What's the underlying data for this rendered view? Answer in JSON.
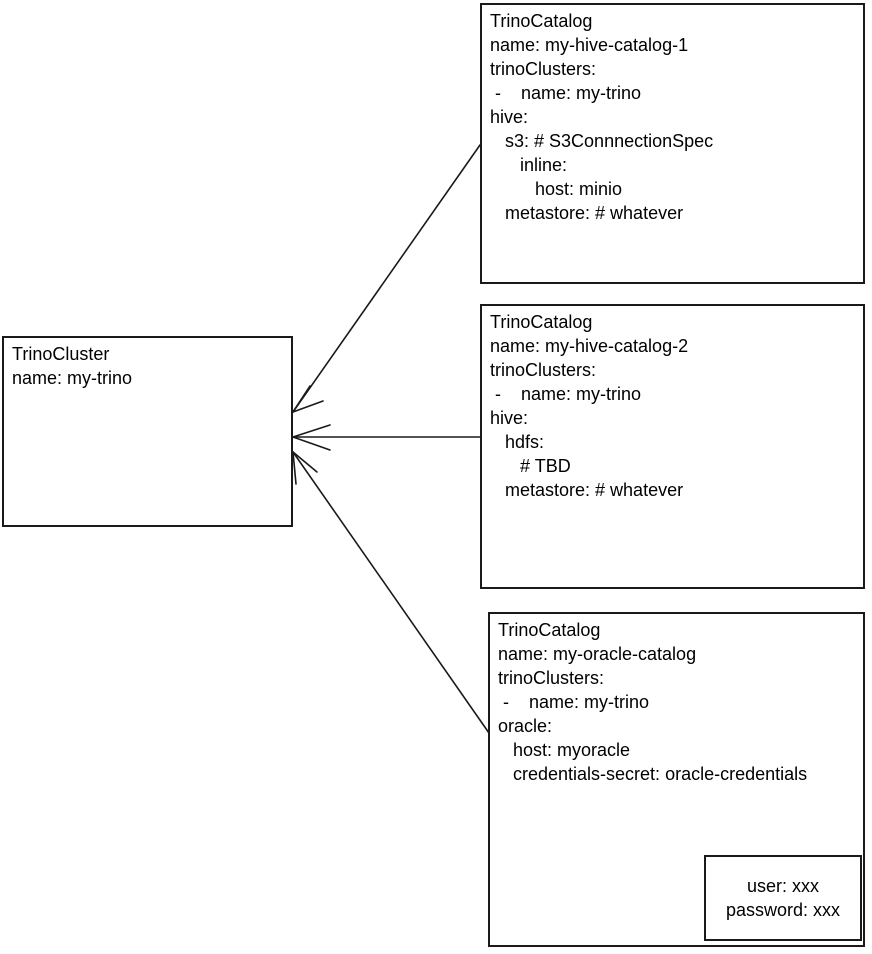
{
  "diagram": {
    "title": "TrinoCluster and TrinoCatalog relationship diagram",
    "background": "#ffffff",
    "stroke": "#1a1a1a"
  },
  "nodes": {
    "cluster": {
      "kind": "TrinoCluster",
      "lines": [
        "TrinoCluster",
        "name: my-trino"
      ]
    },
    "catalog_hive_1": {
      "kind": "TrinoCatalog",
      "lines": [
        "TrinoCatalog",
        "name: my-hive-catalog-1",
        "trinoClusters:",
        " -    name: my-trino",
        "hive:",
        "   s3: # S3ConnnectionSpec",
        "      inline:",
        "         host: minio",
        "   metastore: # whatever"
      ]
    },
    "catalog_hive_2": {
      "kind": "TrinoCatalog",
      "lines": [
        "TrinoCatalog",
        "name: my-hive-catalog-2",
        "trinoClusters:",
        " -    name: my-trino",
        "hive:",
        "   hdfs:",
        "      # TBD",
        "   metastore: # whatever"
      ]
    },
    "catalog_oracle": {
      "kind": "TrinoCatalog",
      "lines": [
        "TrinoCatalog",
        "name: my-oracle-catalog",
        "trinoClusters:",
        " -    name: my-trino",
        "oracle:",
        "   host: myoracle",
        "   credentials-secret: oracle-credentials"
      ]
    },
    "credentials": {
      "kind": "Secret",
      "lines": [
        "user: xxx",
        "password: xxx"
      ]
    }
  },
  "edges": [
    {
      "id": "edge-hive-1-to-cluster",
      "from": "catalog_hive_1",
      "to": "cluster",
      "label": "",
      "arrow": "to-cluster"
    },
    {
      "id": "edge-hive-2-to-cluster",
      "from": "catalog_hive_2",
      "to": "cluster",
      "label": "",
      "arrow": "to-cluster"
    },
    {
      "id": "edge-oracle-to-cluster",
      "from": "catalog_oracle",
      "to": "cluster",
      "label": "",
      "arrow": "to-cluster"
    },
    {
      "id": "edge-oracle-to-credentials",
      "from": "catalog_oracle",
      "to": "credentials",
      "label": "",
      "arrow": "to-credentials"
    }
  ]
}
